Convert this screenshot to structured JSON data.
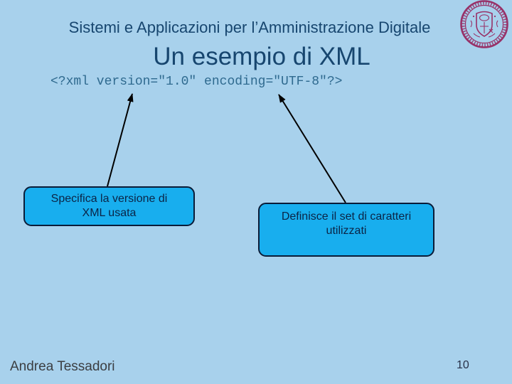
{
  "slide": {
    "header": "Sistemi e Applicazioni per l’Amministrazione Digitale",
    "title": "Un esempio di XML",
    "code_line": "<?xml version=\"1.0\" encoding=\"UTF-8\"?>",
    "callouts": [
      {
        "id": "version",
        "text": "Specifica la versione di XML usata"
      },
      {
        "id": "encoding",
        "text": "Definisce il set di caratteri utilizzati"
      }
    ],
    "footer": {
      "author": "Andrea Tessadori",
      "page_number": "10"
    },
    "logo": {
      "name": "university-seal-icon"
    },
    "colors": {
      "background": "#A8D1EC",
      "heading_text": "#17466F",
      "code_text": "#2F6A8F",
      "callout_fill": "#18AEEE",
      "callout_border": "#0A1C38",
      "callout_text": "#0B2446",
      "arrow": "#000000",
      "seal": "#983168",
      "footer_text": "#3B3E42"
    }
  }
}
